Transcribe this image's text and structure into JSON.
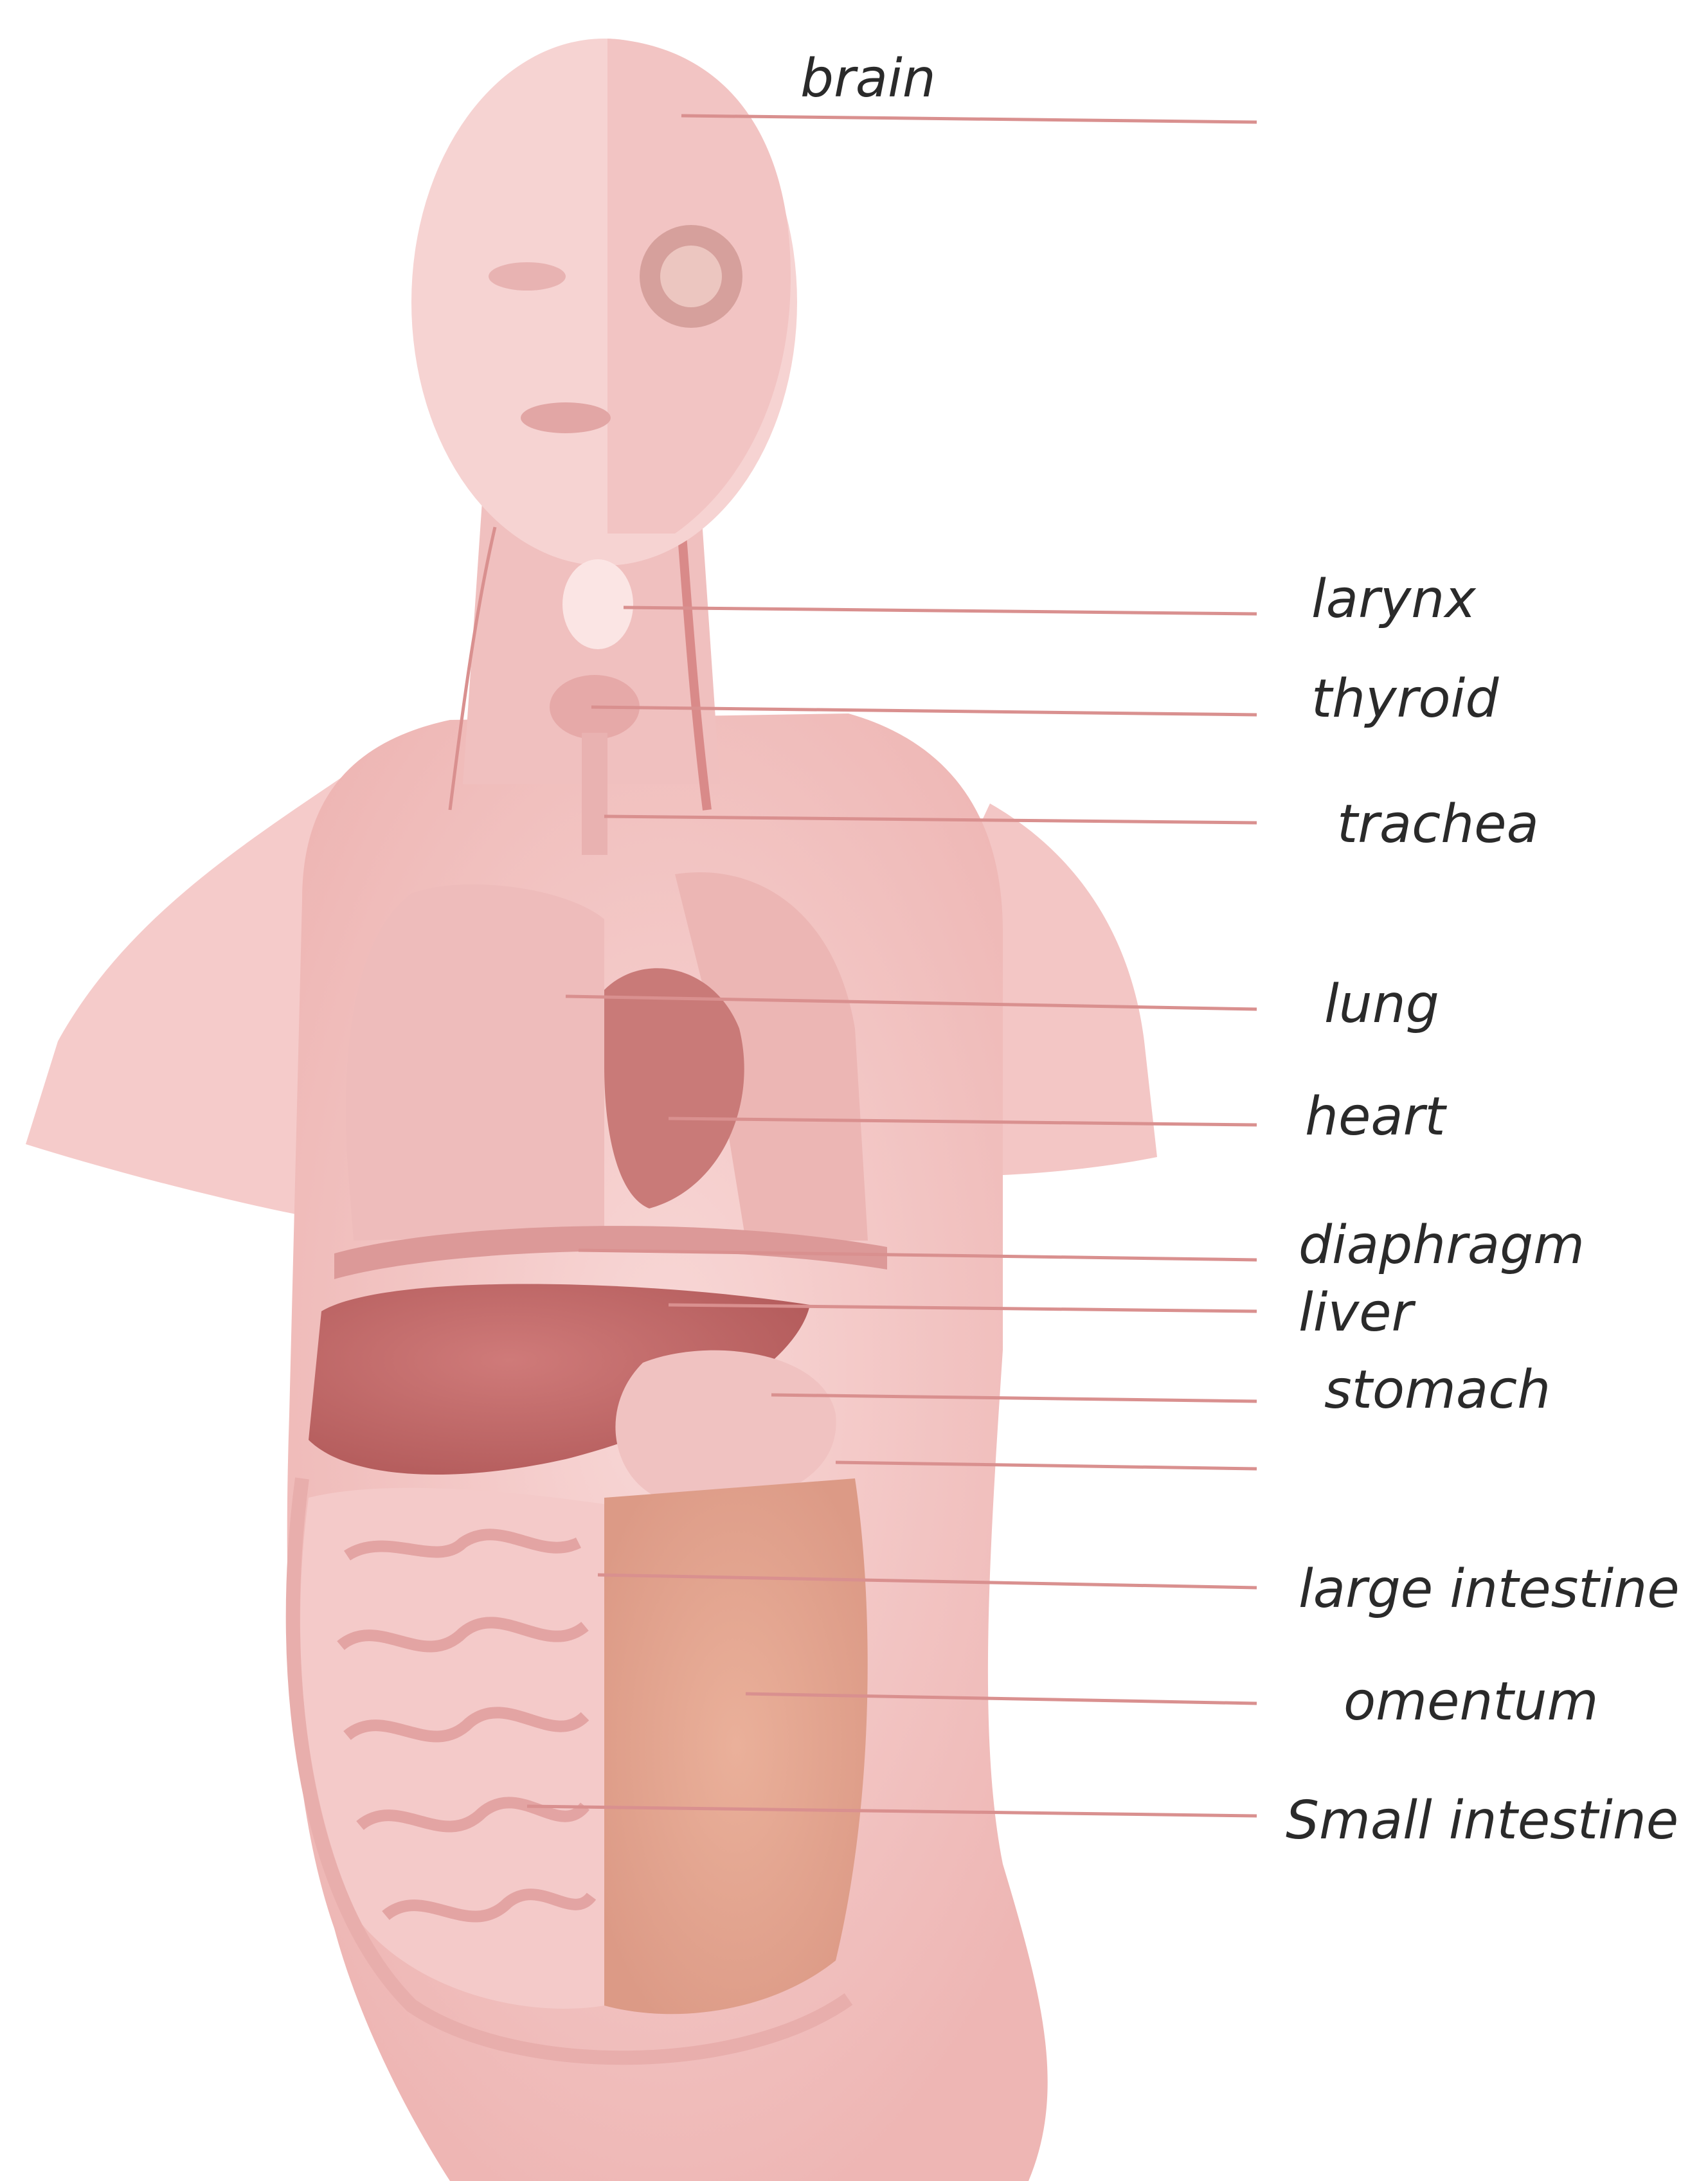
{
  "labels": {
    "brain": "brain",
    "larynx": "larynx",
    "thyroid": "thyroid",
    "trachea": "trachea",
    "lung": "lung",
    "heart": "heart",
    "diaphragm": "diaphragm",
    "liver": "liver",
    "stomach": "stomach",
    "large_intestine": "large intestine",
    "omentum": "omentum",
    "small_intestine": "Small intestine"
  },
  "colors": {
    "skin": "#f6cfce",
    "skin_dark": "#eeb4b2",
    "organ": "#e49d9c",
    "liver": "#c86c6c",
    "leader_line": "#d9908f",
    "handwriting": "#2a2a2a"
  }
}
